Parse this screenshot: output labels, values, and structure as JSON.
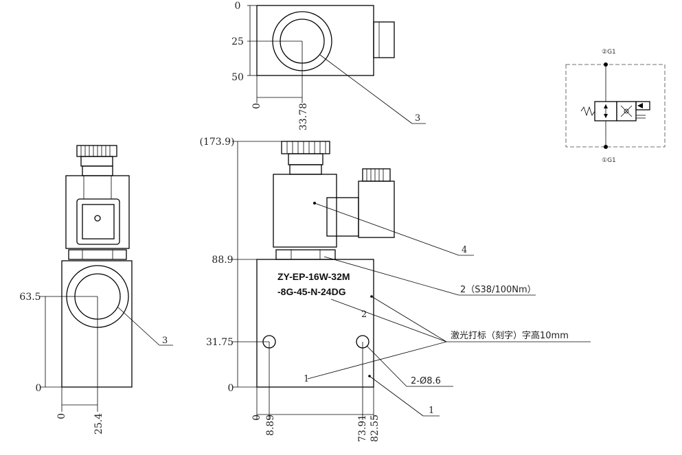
{
  "top_view": {
    "dim_y0": "0",
    "dim_y25": "25",
    "dim_y50": "50",
    "dim_x0": "0",
    "dim_x": "33.78",
    "callout": "3"
  },
  "left_view": {
    "dim_y635": "63.5",
    "dim_y0": "0",
    "dim_x0": "0",
    "dim_x": "25.4",
    "callout": "3"
  },
  "front_view": {
    "dim_total": "(173.9)",
    "dim_889": "88.9",
    "dim_3175": "31.75",
    "dim_y0": "0",
    "dim_x0": "0",
    "dim_889x": "8.89",
    "dim_7391": "73.91",
    "dim_8255": "82.55",
    "marking_line1": "ZY-EP-16W-32M",
    "marking_line2": "-8G-45-N-24DG",
    "callout_4": "4",
    "callout_2": "2（S38/100Nm）",
    "callout_laser": "激光打标（刻字）字高10mm",
    "callout_holes": "2-Ø8.6",
    "callout_1": "1",
    "face_label_2": "2",
    "face_label_1": "1"
  },
  "symbol": {
    "port_top": "②G1",
    "port_bottom": "①G1"
  }
}
